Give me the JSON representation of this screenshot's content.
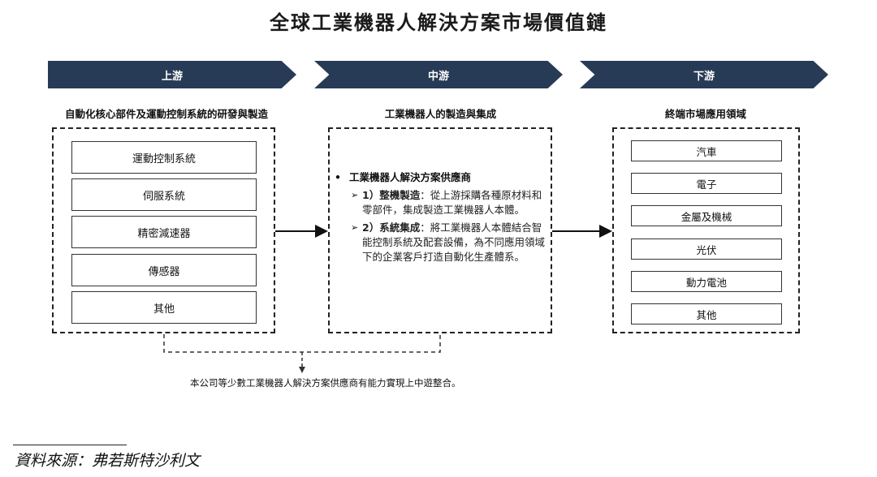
{
  "title": "全球工業機器人解決方案市場價值鏈",
  "stages": {
    "upstream": "上游",
    "midstream": "中游",
    "downstream": "下游"
  },
  "upstream": {
    "heading": "自動化核心部件及運動控制系統的研發與製造",
    "items": [
      "運動控制系統",
      "伺服系統",
      "精密減速器",
      "傳感器",
      "其他"
    ]
  },
  "midstream": {
    "heading": "工業機器人的製造與集成",
    "bullet": "工業機器人解決方案供應商",
    "sub1_key": "1）整機製造",
    "sub1_text": "：從上游採購各種原材料和零部件，集成製造工業機器人本體。",
    "sub2_key": "2）系統集成",
    "sub2_text": "：將工業機器人本體結合智能控制系統及配套設備，為不同應用領域下的企業客戶打造自動化生產體系。"
  },
  "downstream": {
    "heading": "終端市場應用領域",
    "items": [
      "汽車",
      "電子",
      "金屬及機械",
      "光伏",
      "動力電池",
      "其他"
    ]
  },
  "note": "本公司等少數工業機器人解決方案供應商有能力實現上中遊整合。",
  "source": "資料來源：弗若斯特沙利文",
  "icons": {
    "bullet": "•",
    "sub_arrow": "➢"
  },
  "colors": {
    "stage_bar": "#283b56"
  }
}
